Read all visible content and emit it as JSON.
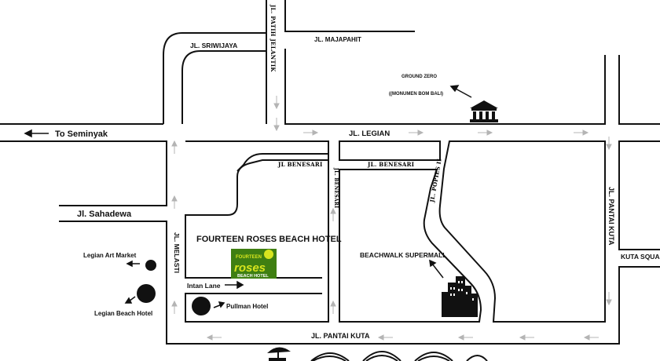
{
  "streets": {
    "patih_jelantik": "JL. PATIH JELANTIK",
    "sriwijaya": "JL. SRIWIJAYA",
    "majapahit": "JL. MAJAPAHIT",
    "legian": "JL. LEGIAN",
    "benesari_1": "JL BENESARI",
    "benesari_2": "JL. BENESARI",
    "benesari_vertical": "JL. BENESARI",
    "popies": "JL. POPIES II",
    "pantai_kuta_vertical": "JL. PANTAI KUTA",
    "pantai_kuta": "JL. PANTAI KUTA",
    "sahadewa": "Jl. Sahadewa",
    "melasti": "JL. MELASTI",
    "intan_lane": "Intan Lane",
    "kuta_square": "KUTA SQUA"
  },
  "places": {
    "to_seminyak": "To Seminyak",
    "ground_zero": "GROUND ZERO",
    "monumen": "((MONUMEN BOM BALI)",
    "hotel_name": "FOURTEEN ROSES BEACH HOTEL",
    "beachwalk": "BEACHWALK SUPERMALL",
    "legian_art_market": "Legian Art Market",
    "legian_beach_hotel": "Legian Beach Hotel",
    "pullman": "Pullman Hotel"
  },
  "logo": {
    "small": "FOURTEEN",
    "big": "roses",
    "sub": "BEACH HOTEL"
  },
  "colors": {
    "road_line": "#111111",
    "arrow_grey": "#b4b4b4",
    "logo_green": "#3f7f12",
    "logo_yellow": "#d7e41f"
  }
}
